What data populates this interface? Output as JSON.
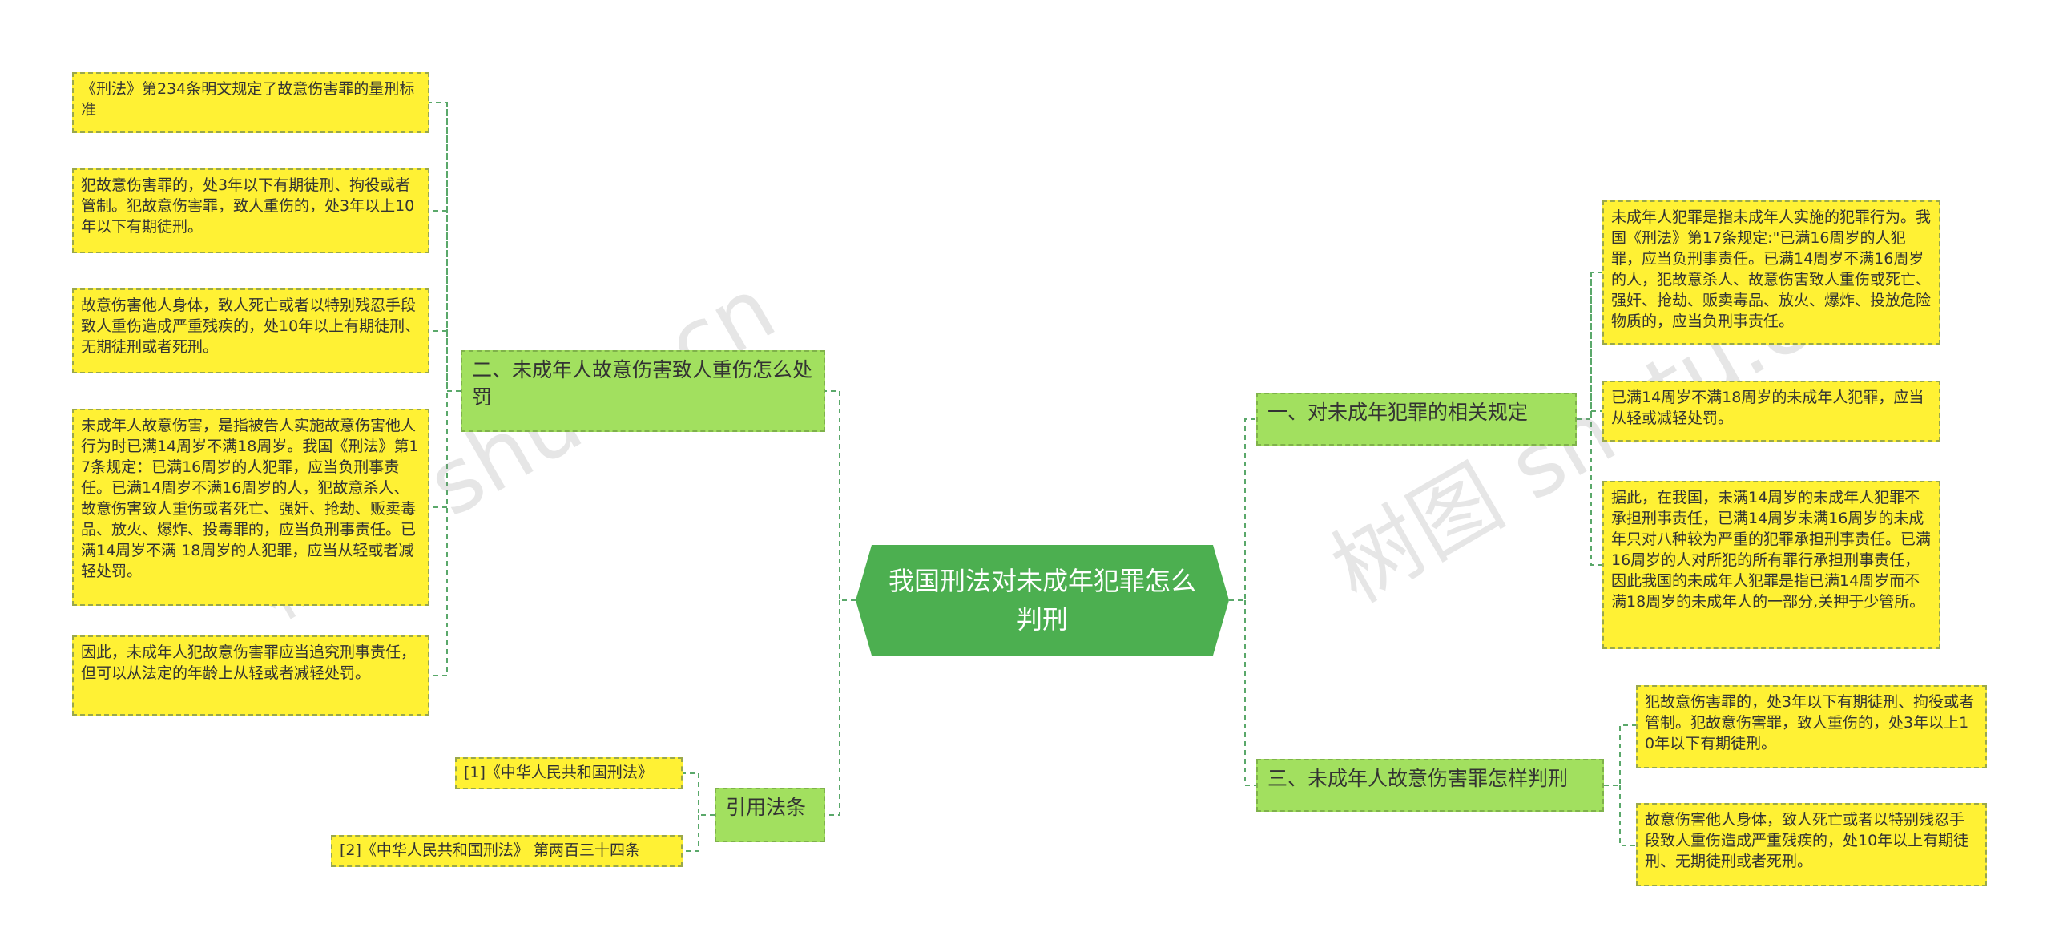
{
  "root": {
    "label": "我国刑法对未成年犯罪怎么判刑"
  },
  "left": {
    "branch2": {
      "label": "二、未成年人故意伤害致人重伤怎么处罚",
      "leaves": [
        "《刑法》第234条明文规定了故意伤害罪的量刑标准",
        "犯故意伤害罪的，处3年以下有期徒刑、拘役或者管制。犯故意伤害罪，致人重伤的，处3年以上10年以下有期徒刑。",
        "故意伤害他人身体，致人死亡或者以特别残忍手段致人重伤造成严重残疾的，处10年以上有期徒刑、无期徒刑或者死刑。",
        "未成年人故意伤害，是指被告人实施故意伤害他人行为时已满14周岁不满18周岁。我国《刑法》第17条规定：已满16周岁的人犯罪，应当负刑事责任。已满14周岁不满16周岁的人，犯故意杀人、故意伤害致人重伤或者死亡、强奸、抢劫、贩卖毒品、放火、爆炸、投毒罪的，应当负刑事责任。已满14周岁不满 18周岁的人犯罪，应当从轻或者减轻处罚。",
        "因此，未成年人犯故意伤害罪应当追究刑事责任，但可以从法定的年龄上从轻或者减轻处罚。"
      ]
    },
    "citations": {
      "label": "引用法条",
      "leaves": [
        "[1]《中华人民共和国刑法》",
        "[2]《中华人民共和国刑法》 第两百三十四条"
      ]
    }
  },
  "right": {
    "branch1": {
      "label": "一、对未成年犯罪的相关规定",
      "leaves": [
        "未成年人犯罪是指未成年人实施的犯罪行为。我国《刑法》第17条规定:\"已满16周岁的人犯罪，应当负刑事责任。已满14周岁不满16周岁的人，犯故意杀人、故意伤害致人重伤或死亡、强奸、抢劫、贩卖毒品、放火、爆炸、投放危险物质的，应当负刑事责任。",
        "已满14周岁不满18周岁的未成年人犯罪，应当从轻或减轻处罚。",
        "据此，在我国，未满14周岁的未成年人犯罪不承担刑事责任，已满14周岁未满16周岁的未成年只对八种较为严重的犯罪承担刑事责任。已满16周岁的人对所犯的所有罪行承担刑事责任，因此我国的未成年人犯罪是指已满14周岁而不满18周岁的未成年人的一部分,关押于少管所。"
      ]
    },
    "branch3": {
      "label": "三、未成年人故意伤害罪怎样判刑",
      "leaves": [
        "犯故意伤害罪的，处3年以下有期徒刑、拘役或者管制。犯故意伤害罪，致人重伤的，处3年以上10年以下有期徒刑。",
        "故意伤害他人身体，致人死亡或者以特别残忍手段致人重伤造成严重残疾的，处10年以上有期徒刑、无期徒刑或者死刑。"
      ]
    }
  },
  "watermarks": [
    "树图 shutu.cn",
    "树图 shutu.cn"
  ],
  "colors": {
    "root": "#4caf50",
    "branch": "#a2e05f",
    "leaf": "#fff134",
    "connector": "#5aa86a"
  }
}
